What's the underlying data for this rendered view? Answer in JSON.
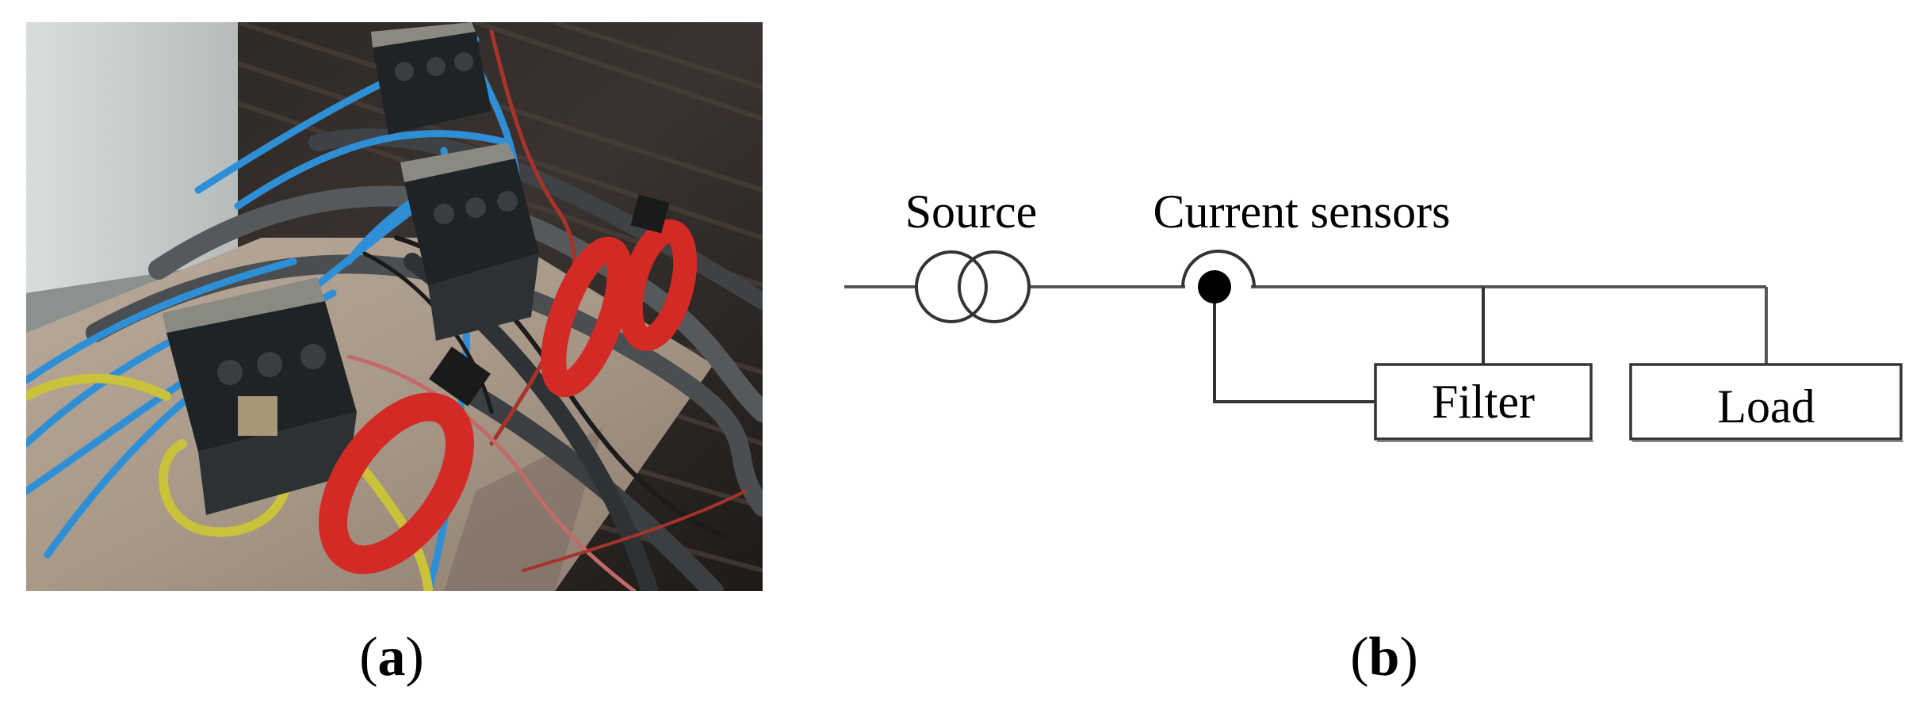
{
  "panels": {
    "a": {
      "caption_open": "(",
      "caption_letter": "a",
      "caption_close": ")",
      "photo": "photograph of power-quality analyzer current clamps and flexible current probes on cables"
    },
    "b": {
      "caption_open": "(",
      "caption_letter": "b",
      "caption_close": ")",
      "labels": {
        "source": "Source",
        "current_sensors": "Current sensors",
        "filter": "Filter",
        "load": "Load"
      }
    }
  },
  "colors": {
    "cable_blue": "#2f8fd6",
    "cable_red": "#c42a22",
    "cable_yellow_green": "#c9c23a",
    "clamp_red": "#d42a25",
    "background": "#ffffff",
    "line": "#444444"
  },
  "icons": {
    "source_symbol": "source-symbol-icon",
    "sensor_symbol": "current-sensor-icon"
  }
}
